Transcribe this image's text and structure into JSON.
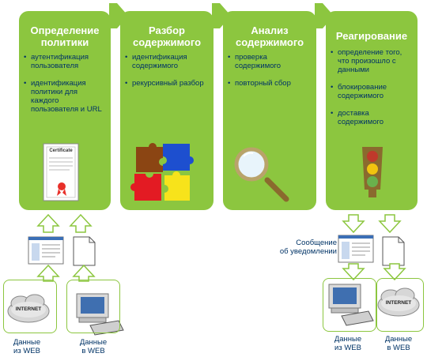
{
  "stages": [
    {
      "title": "Определение политики",
      "bullets": [
        "аутентификация пользователя",
        "идентификация политики для каждого пользователя и URL"
      ],
      "image": "certificate-icon",
      "image_text": "Certificate"
    },
    {
      "title": "Разбор содержимого",
      "bullets": [
        "идентификация содержимого",
        "рекурсивный разбор"
      ],
      "image": "puzzle-icon"
    },
    {
      "title": "Анализ содержимого",
      "bullets": [
        "проверка содержимого",
        "повторный сбор"
      ],
      "image": "magnifier-icon"
    },
    {
      "title": "Реагирование",
      "bullets": [
        "определение того, что произошло с данными",
        "блокирование содержимого",
        "доставка содержимого"
      ],
      "image": "traffic-light-icon"
    }
  ],
  "left_group": {
    "internet_label": "INTERNET",
    "caption_left": "Данные\nиз WEB",
    "caption_right": "Данные\nв WEB"
  },
  "right_group": {
    "notification_label": "Сообщение\nоб уведомлении",
    "internet_label": "INTERNET",
    "caption_left": "Данные\nиз WEB",
    "caption_right": "Данные\nв WEB"
  },
  "colors": {
    "green": "#8cc63f",
    "text": "#003366",
    "arrow_fill": "#ffffff"
  }
}
